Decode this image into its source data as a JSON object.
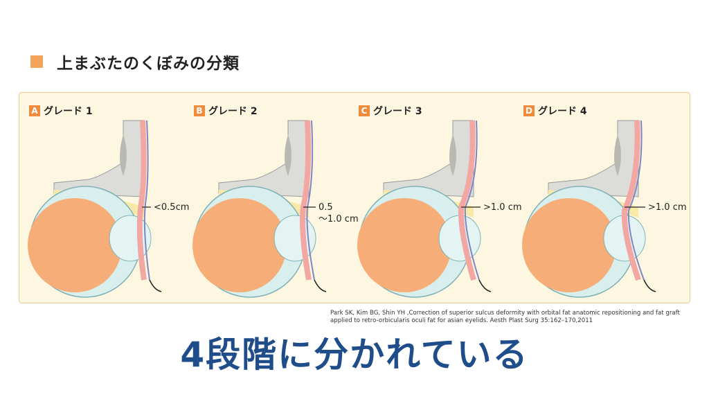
{
  "title": "上まぶたのくぼみの分類",
  "panels": [
    {
      "letter": "A",
      "grade": "グレード 1",
      "measure": "<0.5cm"
    },
    {
      "letter": "B",
      "grade": "グレード 2",
      "measure": "0.5\n～1.0 cm"
    },
    {
      "letter": "C",
      "grade": "グレード 3",
      "measure": ">1.0 cm"
    },
    {
      "letter": "D",
      "grade": "グレード 4",
      "measure": ">1.0 cm"
    }
  ],
  "citation": "Park SK, Kim BG, Shin YH ,Correction of superior sulcus deformity with orbital fat anatomic repositioning and fat graft applied to retro-orbicularis oculi fat for asian eyelids. Aesth Plast Surg 35:162–170,2011",
  "caption": "4段階に分かれている",
  "colors": {
    "accent": "#f4a35c",
    "letter_badge": "#f08a3c",
    "caption": "#1f4d8a",
    "eyeball": "#f7ad77",
    "fat": "#f9e9a8",
    "muscle": "#f2a7a3",
    "bone": "#dcdcd8"
  }
}
